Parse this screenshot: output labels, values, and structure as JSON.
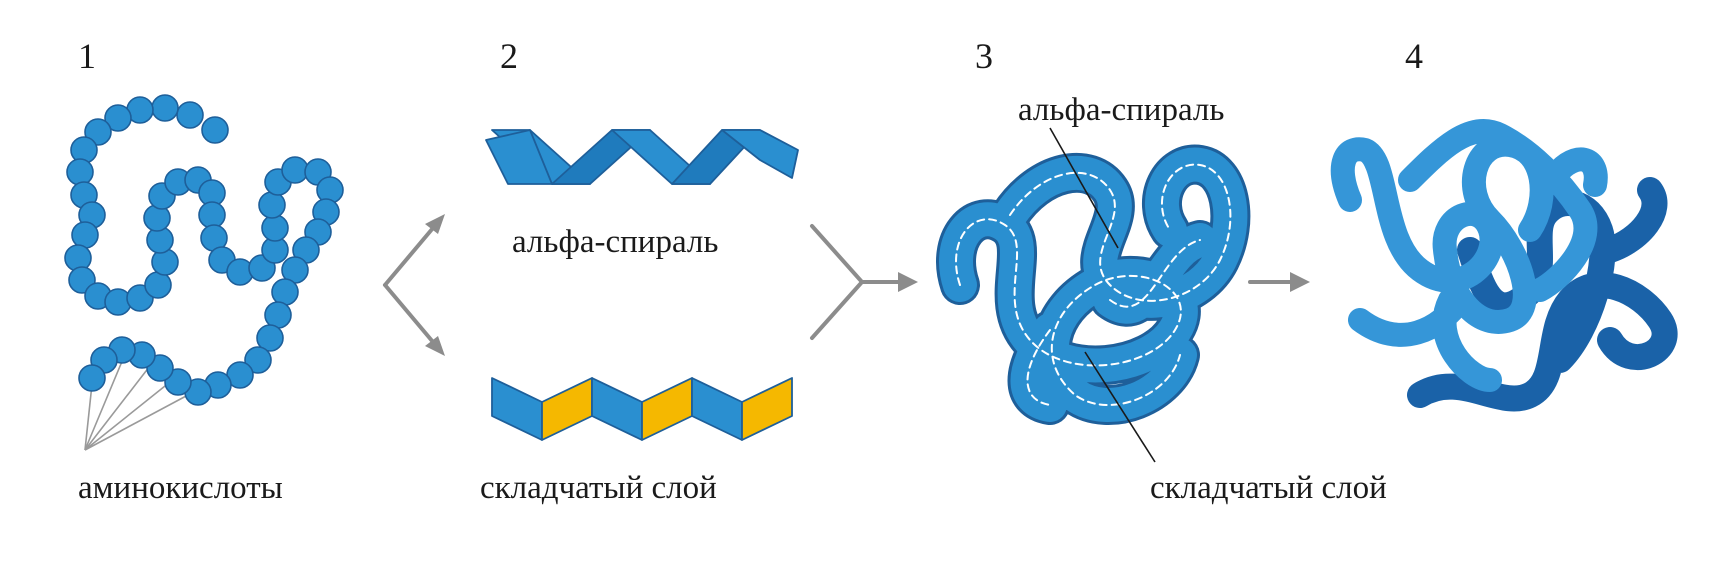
{
  "stages": [
    {
      "number": "1",
      "label": "аминокислоты"
    },
    {
      "number": "2",
      "labels": [
        "альфа-спираль",
        "складчатый слой"
      ]
    },
    {
      "number": "3",
      "labels": [
        "альфа-спираль",
        "складчатый слой"
      ]
    },
    {
      "number": "4"
    }
  ],
  "colors": {
    "blue": "#2a8fd0",
    "dark_blue": "#1a6aaf",
    "outline": "#1e5f9a",
    "yellow": "#f5b800",
    "arrow": "#8c8c8c",
    "line": "#333333"
  }
}
